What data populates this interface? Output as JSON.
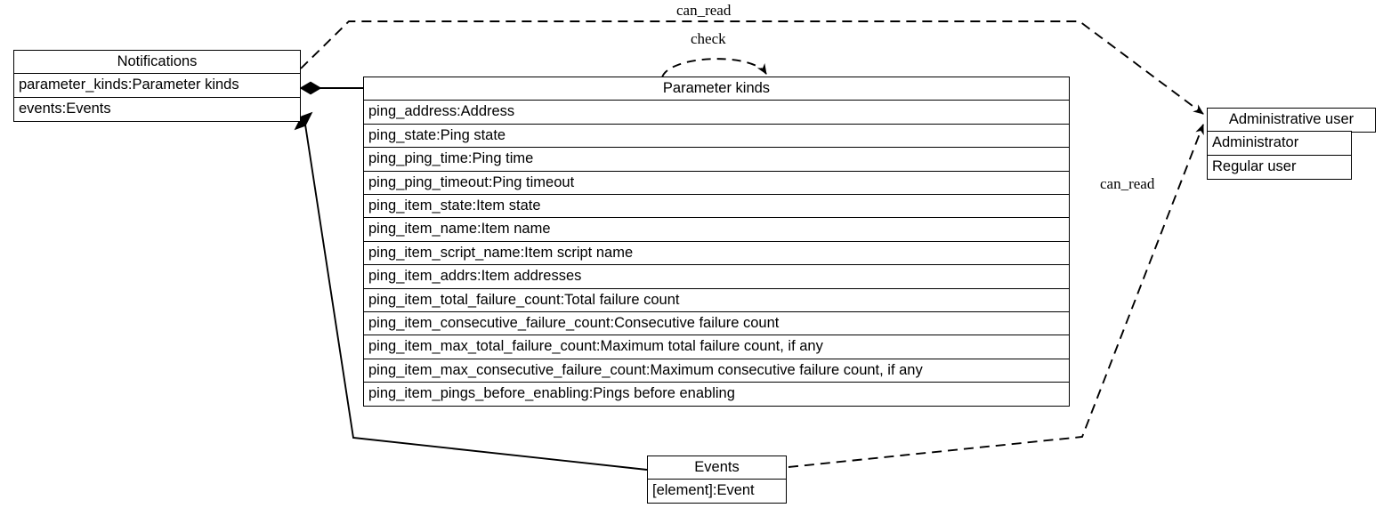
{
  "diagram": {
    "type": "uml-class-diagram",
    "background": "#ffffff",
    "line_color": "#000000"
  },
  "classes": {
    "notifications": {
      "title": "Notifications",
      "attributes": [
        "parameter_kinds:Parameter kinds",
        "events:Events"
      ]
    },
    "parameter_kinds": {
      "title": "Parameter kinds",
      "attributes": [
        "ping_address:Address",
        "ping_state:Ping state",
        "ping_ping_time:Ping time",
        "ping_ping_timeout:Ping timeout",
        "ping_item_state:Item state",
        "ping_item_name:Item name",
        "ping_item_script_name:Item script name",
        "ping_item_addrs:Item addresses",
        "ping_item_total_failure_count:Total failure count",
        "ping_item_consecutive_failure_count:Consecutive failure count",
        "ping_item_max_total_failure_count:Maximum total failure count, if any",
        "ping_item_max_consecutive_failure_count:Maximum consecutive failure count, if any",
        "ping_item_pings_before_enabling:Pings before enabling"
      ]
    },
    "administrative_user": {
      "title": "Administrative user",
      "attributes": [
        "Administrator",
        "Regular user"
      ]
    },
    "events": {
      "title": "Events",
      "attributes": [
        "[element]:Event"
      ]
    }
  },
  "edges": [
    {
      "id": "notifications-can-read-admin",
      "label": "can_read",
      "style": "dashed",
      "arrow": "open",
      "from": "notifications",
      "to": "administrative_user"
    },
    {
      "id": "parameter-kinds-check-self",
      "label": "check",
      "style": "dashed",
      "arrow": "open",
      "from": "parameter_kinds",
      "to": "parameter_kinds"
    },
    {
      "id": "events-can-read-admin",
      "label": "can_read",
      "style": "dashed",
      "arrow": "open",
      "from": "events",
      "to": "administrative_user"
    },
    {
      "id": "notifications-composition-parameter-kinds",
      "label": "",
      "style": "solid",
      "arrow": "filled-diamond",
      "from": "notifications",
      "to": "parameter_kinds"
    },
    {
      "id": "notifications-composition-events",
      "label": "",
      "style": "solid",
      "arrow": "filled-diamond",
      "from": "notifications",
      "to": "events"
    }
  ],
  "labels": {
    "can_read_top": "can_read",
    "check": "check",
    "can_read_right": "can_read"
  }
}
